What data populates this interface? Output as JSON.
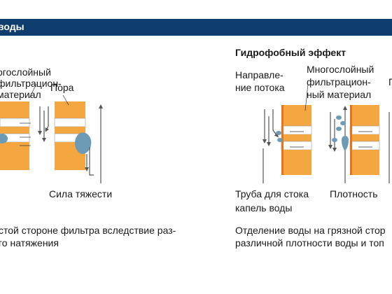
{
  "header": {
    "title": "воды"
  },
  "left_panel": {
    "label_filter_material_line1": "огослойный",
    "label_filter_material_line2": "фильтрацион-",
    "label_filter_material_line3": "материал",
    "label_pore": "Пора",
    "label_gravity": "Сила тяжести",
    "caption_line1": "стой стороне фильтра вследствие раз-",
    "caption_line2": "го натяжения"
  },
  "right_panel": {
    "title": "Гидрофобный эффект",
    "label_flow_line1": "Направле-",
    "label_flow_line2": "ние потока",
    "label_material_line1": "Многослойный",
    "label_material_line2": "фильтрацион-",
    "label_material_line3": "ный материал",
    "label_cut_p": "П",
    "label_drain_line1": "Труба для стока",
    "label_drain_line2": "капель воды",
    "label_density": "Плотность",
    "caption_line1": "Отделение воды на грязной стор",
    "caption_line2": "различной плотности воды и топ"
  },
  "colors": {
    "header_band": "#0e3e6e",
    "filter_orange": "#f4a640",
    "filter_edge": "#e8731a",
    "droplet": "#6d9bb6",
    "arrow": "#555555"
  }
}
